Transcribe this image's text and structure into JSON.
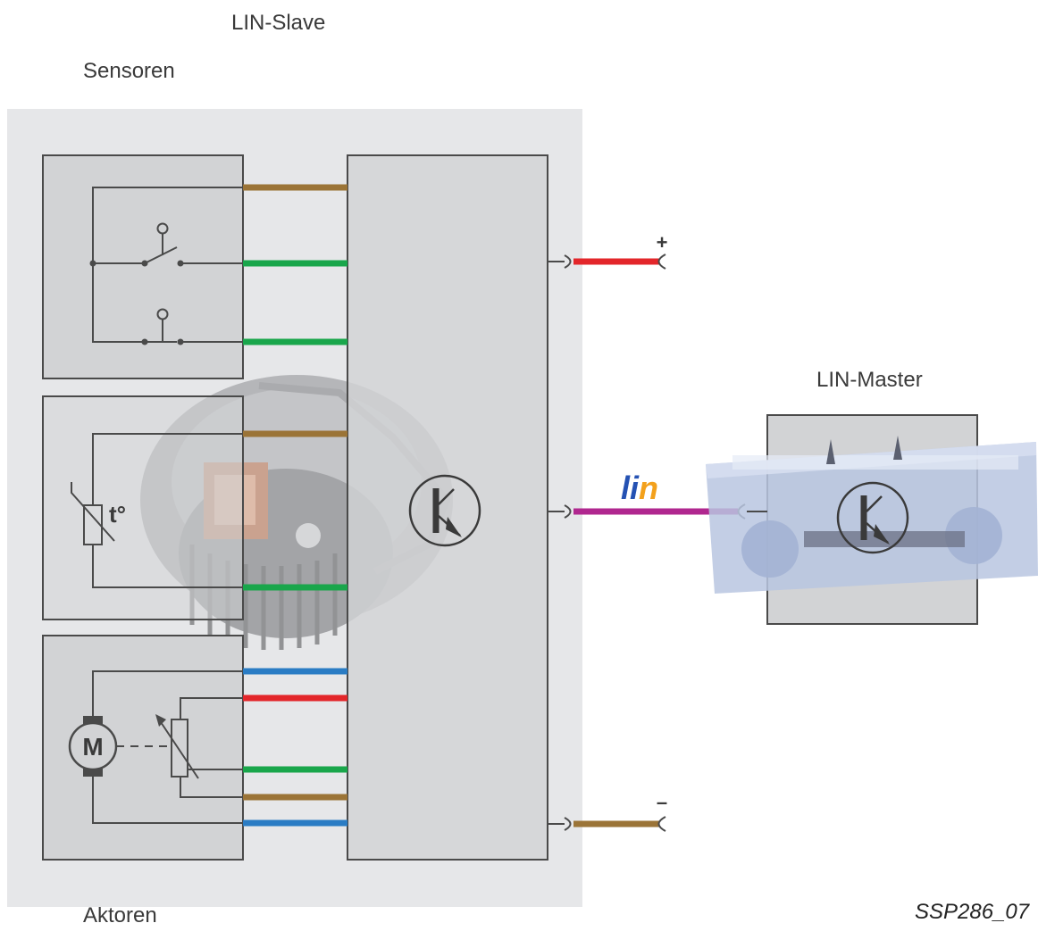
{
  "labels": {
    "lin_slave": "LIN-Slave",
    "sensoren": "Sensoren",
    "lin_master": "LIN-Master",
    "aktoren": "Aktoren",
    "reference": "SSP286_07",
    "lin_logo": "lin",
    "temp_symbol": "t°",
    "motor_symbol": "M",
    "plus_sign": "+",
    "minus_sign": "–"
  },
  "colors": {
    "brown": "#9b7437",
    "green": "#19a64b",
    "red": "#e3262a",
    "blue": "#2a7cc4",
    "magenta": "#b0278f",
    "slave_background": "#e6e7e9",
    "box_fill": "#d2d3d5",
    "outline": "#4a4a4a",
    "lin_logo_blue": "#2552b3",
    "lin_logo_orange": "#f3a11c"
  },
  "icons": {
    "transistor": "transistor-icon",
    "switch": "switch-icon",
    "thermistor": "thermistor-icon",
    "motor": "motor-icon",
    "potentiometer": "potentiometer-icon",
    "blower_motor_photo": "blower-motor-image",
    "climate_control_photo": "climate-control-panel-image",
    "connector": "connector-icon"
  },
  "wires": [
    {
      "from": "sensor-box-switches",
      "color": "brown"
    },
    {
      "from": "sensor-box-switches",
      "color": "green"
    },
    {
      "from": "sensor-box-switches",
      "color": "green"
    },
    {
      "from": "sensor-box-temperature",
      "color": "brown"
    },
    {
      "from": "sensor-box-temperature",
      "color": "green"
    },
    {
      "from": "actuator-box-motor",
      "color": "blue"
    },
    {
      "from": "actuator-box-motor",
      "color": "red"
    },
    {
      "from": "actuator-box-motor",
      "color": "green"
    },
    {
      "from": "actuator-box-motor",
      "color": "brown"
    },
    {
      "from": "actuator-box-motor",
      "color": "blue"
    }
  ],
  "supply": {
    "positive_color": "red",
    "negative_color": "brown",
    "bus_color": "magenta"
  }
}
